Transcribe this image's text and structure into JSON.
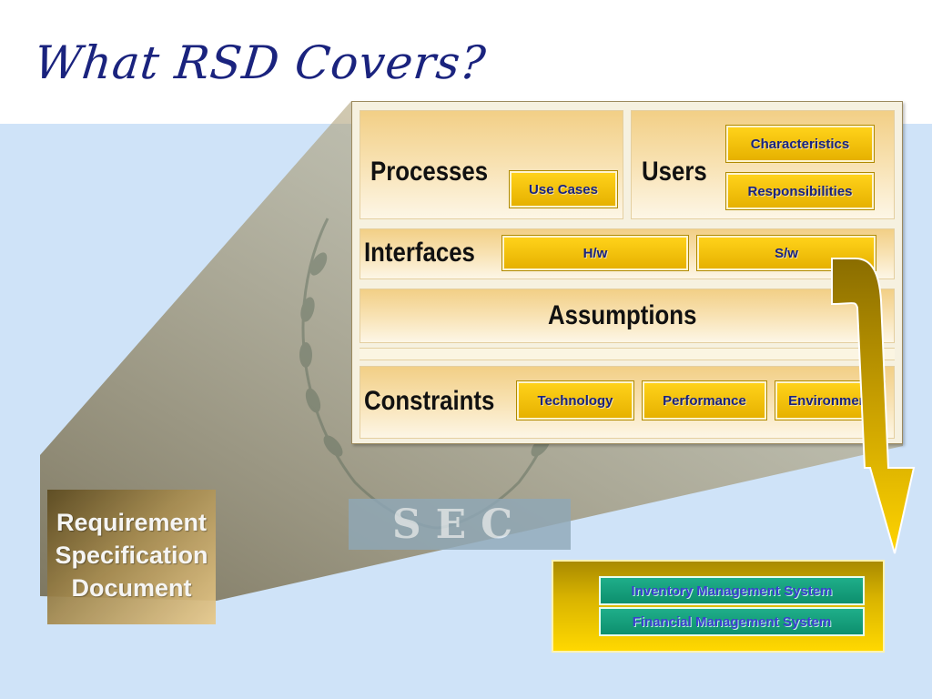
{
  "title": "What RSD Covers?",
  "document": {
    "lines": [
      "Requirement",
      "Specification",
      "Document"
    ]
  },
  "watermark": {
    "text": "SEC"
  },
  "sections": {
    "processes": {
      "label": "Processes",
      "chips": [
        "Use Cases"
      ]
    },
    "users": {
      "label": "Users",
      "chips": [
        "Characteristics",
        "Responsibilities"
      ]
    },
    "interfaces": {
      "label": "Interfaces",
      "chips": [
        "H/w",
        "S/w"
      ]
    },
    "assumptions": {
      "label": "Assumptions"
    },
    "constraints": {
      "label": "Constraints",
      "chips": [
        "Technology",
        "Performance",
        "Environment"
      ]
    }
  },
  "systems": [
    "Inventory Management System",
    "Financial Management System"
  ],
  "colors": {
    "title": "#1a237e",
    "background": "#cfe3f8",
    "chip": "#ffd21a",
    "system_item": "#0d8f6e",
    "arrow": "#e6b800"
  }
}
